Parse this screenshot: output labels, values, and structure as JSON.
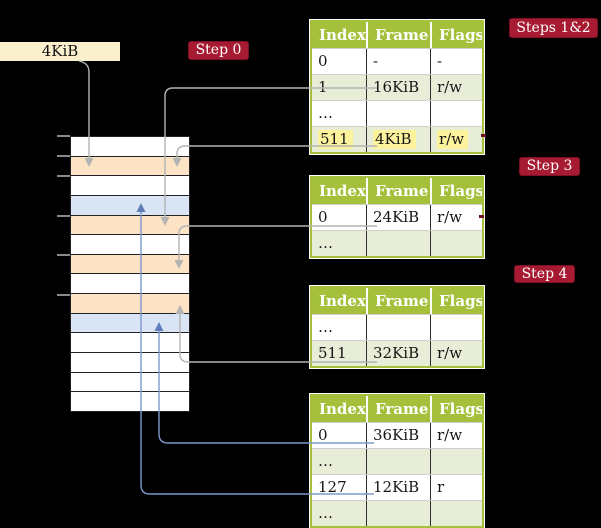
{
  "labels": {
    "frame_size": "4KiB"
  },
  "badges": [
    {
      "text": "Step 0"
    },
    {
      "text": "Steps 1&2"
    },
    {
      "text": "Step 3"
    },
    {
      "text": "Step 4"
    }
  ],
  "table_headers": [
    "Index",
    "Frame",
    "Flags"
  ],
  "page_tables": [
    {
      "rows": [
        {
          "cells": [
            "0",
            "-",
            "-"
          ],
          "shaded": false,
          "highlight": false
        },
        {
          "cells": [
            "1",
            "16KiB",
            "r/w"
          ],
          "shaded": true,
          "highlight": false
        },
        {
          "cells": [
            "…",
            "",
            ""
          ],
          "shaded": false,
          "highlight": false
        },
        {
          "cells": [
            "511",
            "4KiB",
            "r/w"
          ],
          "shaded": true,
          "highlight": true
        }
      ]
    },
    {
      "rows": [
        {
          "cells": [
            "0",
            "24KiB",
            "r/w"
          ],
          "shaded": false,
          "highlight": false
        },
        {
          "cells": [
            "…",
            "",
            ""
          ],
          "shaded": true,
          "highlight": false
        }
      ]
    },
    {
      "rows": [
        {
          "cells": [
            "…",
            "",
            ""
          ],
          "shaded": false,
          "highlight": false
        },
        {
          "cells": [
            "511",
            "32KiB",
            "r/w"
          ],
          "shaded": true,
          "highlight": false
        }
      ]
    },
    {
      "rows": [
        {
          "cells": [
            "0",
            "36KiB",
            "r/w"
          ],
          "shaded": false,
          "highlight": false
        },
        {
          "cells": [
            "…",
            "",
            ""
          ],
          "shaded": true,
          "highlight": false
        },
        {
          "cells": [
            "127",
            "12KiB",
            "r"
          ],
          "shaded": false,
          "highlight": false
        },
        {
          "cells": [
            "…",
            "",
            ""
          ],
          "shaded": true,
          "highlight": false
        }
      ]
    }
  ],
  "memory": {
    "rows": [
      "white",
      "peach",
      "white",
      "blue",
      "peach",
      "white",
      "peach",
      "white",
      "peach",
      "blue",
      "white",
      "white",
      "white",
      "white"
    ]
  },
  "colors": {
    "background": "#000000",
    "table_header_green": "#a5c13c",
    "table_row_green": "#e8edd8",
    "highlight_yellow": "#fdf39c",
    "badge_red": "#a61b31",
    "frame_label_cream": "#fbf0ce",
    "memory_peach": "#fde3c6",
    "memory_blue": "#d9e4f5",
    "arrow_gray": "#b3b3b3",
    "arrow_blue": "#7d98ca"
  }
}
